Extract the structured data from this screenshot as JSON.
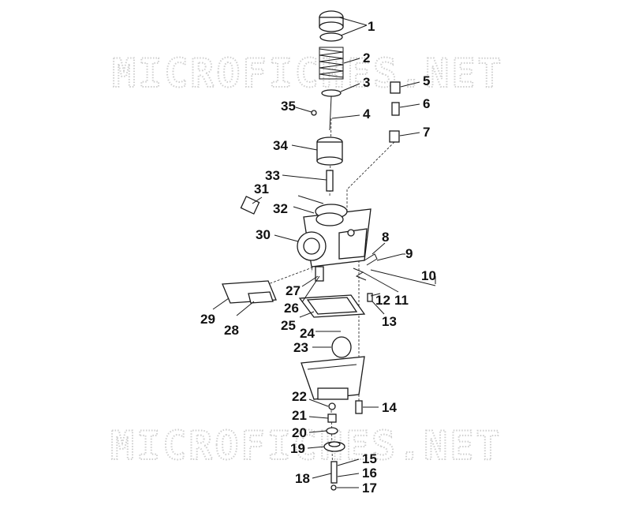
{
  "watermark": "MICROFICHES.NET",
  "callouts": [
    "1",
    "2",
    "3",
    "4",
    "5",
    "6",
    "7",
    "8",
    "9",
    "10",
    "11",
    "12",
    "13",
    "14",
    "15",
    "16",
    "17",
    "18",
    "19",
    "20",
    "21",
    "22",
    "23",
    "24",
    "25",
    "26",
    "27",
    "28",
    "29",
    "30",
    "31",
    "32",
    "33",
    "34",
    "35"
  ]
}
